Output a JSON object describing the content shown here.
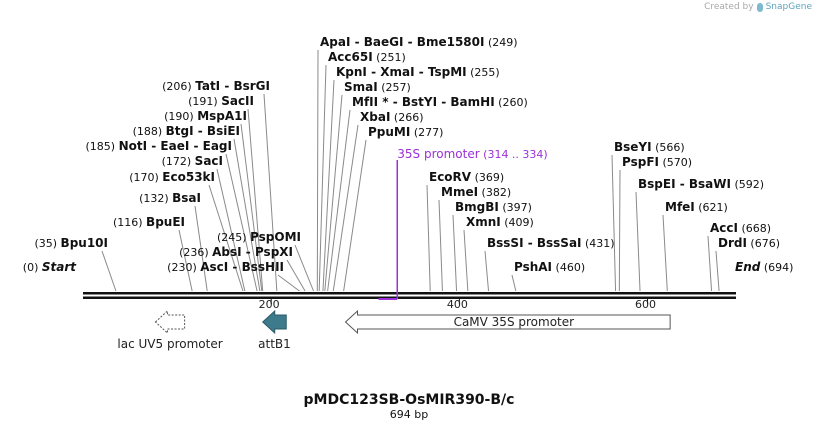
{
  "credit": {
    "text": "Created by",
    "brand": "SnapGene"
  },
  "map": {
    "total_bp": 694,
    "plasmid_name": "pMDC123SB-OsMIR390-B/c",
    "length_label": "694 bp",
    "ticks": [
      {
        "bp": 200,
        "label": "200"
      },
      {
        "bp": 400,
        "label": "400"
      },
      {
        "bp": 600,
        "label": "600"
      }
    ],
    "enzymes": [
      {
        "pos": 0,
        "text": "Start",
        "num": "(0)",
        "numFirst": true,
        "italic": true
      },
      {
        "pos": 35,
        "text": "Bpu10I",
        "num": "(35)",
        "numFirst": true
      },
      {
        "pos": 116,
        "text": "BpuEI",
        "num": "(116)",
        "numFirst": true
      },
      {
        "pos": 132,
        "text": "BsaI",
        "num": "(132)",
        "numFirst": true
      },
      {
        "pos": 170,
        "text": "Eco53kI",
        "num": "(170)",
        "numFirst": true
      },
      {
        "pos": 172,
        "text": "SacI",
        "num": "(172)",
        "numFirst": true
      },
      {
        "pos": 185,
        "text": "NotI - EaeI - EagI",
        "num": "(185)",
        "numFirst": true
      },
      {
        "pos": 188,
        "text": "BtgI - BsiEI",
        "num": "(188)",
        "numFirst": true
      },
      {
        "pos": 190,
        "text": "MspA1I",
        "num": "(190)",
        "numFirst": true
      },
      {
        "pos": 191,
        "text": "SacII",
        "num": "(191)",
        "numFirst": true
      },
      {
        "pos": 206,
        "text": "TatI - BsrGI",
        "num": "(206)",
        "numFirst": true
      },
      {
        "pos": 230,
        "text": "AscI - BssHII",
        "num": "(230)",
        "numFirst": true
      },
      {
        "pos": 236,
        "text": "AbsI - PspXI",
        "num": "(236)",
        "numFirst": true
      },
      {
        "pos": 245,
        "text": "PspOMI",
        "num": "(245)",
        "numFirst": true
      },
      {
        "pos": 249,
        "text": "ApaI - BaeGI - Bme1580I",
        "num": "(249)",
        "numFirst": false
      },
      {
        "pos": 251,
        "text": "Acc65I",
        "num": "(251)",
        "numFirst": false
      },
      {
        "pos": 255,
        "text": "KpnI - XmaI - TspMI",
        "num": "(255)",
        "numFirst": false
      },
      {
        "pos": 257,
        "text": "SmaI",
        "num": "(257)",
        "numFirst": false
      },
      {
        "pos": 260,
        "text": "MfII * - BstYI - BamHI",
        "num": "(260)",
        "numFirst": false
      },
      {
        "pos": 266,
        "text": "XbaI",
        "num": "(266)",
        "numFirst": false
      },
      {
        "pos": 277,
        "text": "PpuMI",
        "num": "(277)",
        "numFirst": false
      },
      {
        "pos": 369,
        "text": "EcoRV",
        "num": "(369)",
        "numFirst": false
      },
      {
        "pos": 382,
        "text": "MmeI",
        "num": "(382)",
        "numFirst": false
      },
      {
        "pos": 397,
        "text": "BmgBI",
        "num": "(397)",
        "numFirst": false
      },
      {
        "pos": 409,
        "text": "XmnI",
        "num": "(409)",
        "numFirst": false
      },
      {
        "pos": 431,
        "text": "BssSI - BssSaI",
        "num": "(431)",
        "numFirst": false
      },
      {
        "pos": 460,
        "text": "PshAI",
        "num": "(460)",
        "numFirst": false
      },
      {
        "pos": 566,
        "text": "BseYI",
        "num": "(566)",
        "numFirst": false
      },
      {
        "pos": 570,
        "text": "PspFI",
        "num": "(570)",
        "numFirst": false
      },
      {
        "pos": 592,
        "text": "BspEI - BsaWI",
        "num": "(592)",
        "numFirst": false
      },
      {
        "pos": 621,
        "text": "MfeI",
        "num": "(621)",
        "numFirst": false
      },
      {
        "pos": 668,
        "text": "AccI",
        "num": "(668)",
        "numFirst": false
      },
      {
        "pos": 676,
        "text": "DrdI",
        "num": "(676)",
        "numFirst": false
      },
      {
        "pos": 694,
        "text": "End",
        "num": "(694)",
        "numFirst": false,
        "italic": true
      }
    ],
    "primer": {
      "name": "35S promoter",
      "range": "(314 .. 334)",
      "start": 314,
      "end": 334,
      "color": "#9b30d9"
    },
    "features": [
      {
        "name": "lac UV5 promoter",
        "start": 77,
        "end": 108,
        "direction": "left",
        "style": "outline",
        "color": "#ffffff"
      },
      {
        "name": "attB1",
        "start": 191,
        "end": 216,
        "direction": "left",
        "style": "solid",
        "color": "#3c7a8c"
      },
      {
        "name": "CaMV 35S promoter",
        "start": 279,
        "end": 624,
        "direction": "left",
        "style": "outline",
        "color": "#ffffff",
        "labelInside": true
      }
    ]
  }
}
